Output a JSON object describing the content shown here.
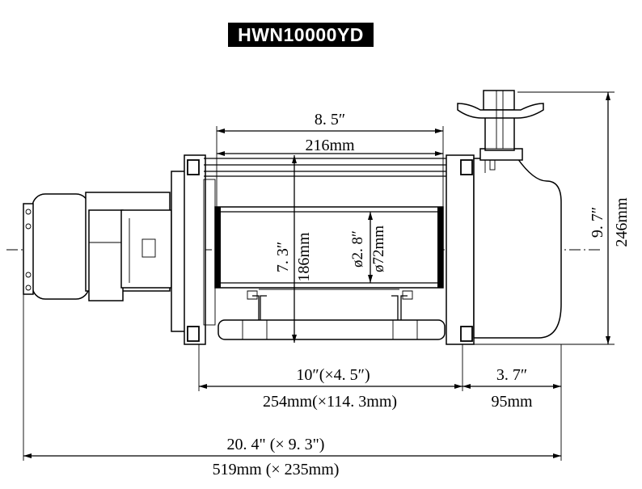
{
  "model": "HWN10000YD",
  "dimensions": {
    "drum_length_in": "8. 5″",
    "drum_length_mm": "216mm",
    "drum_dia_in": "7. 3″",
    "drum_dia_mm": "186mm",
    "barrel_dia_in": "ø2. 8″",
    "barrel_dia_mm": "ø72mm",
    "height_in": "9. 7″",
    "height_mm": "246mm",
    "mount_in": "10″(×4. 5″)",
    "mount_mm": "254mm(×114. 3mm)",
    "gear_in": "3. 7″",
    "gear_mm": "95mm",
    "overall_in": "20. 4\" (× 9. 3\")",
    "overall_mm": "519mm (× 235mm)"
  }
}
